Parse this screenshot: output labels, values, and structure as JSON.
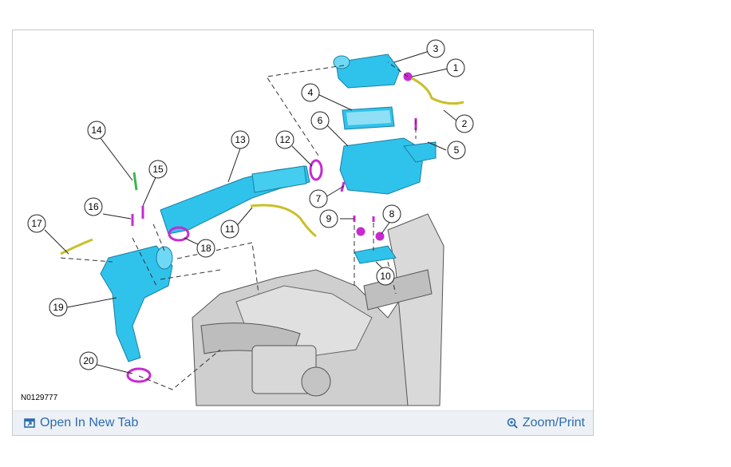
{
  "figure": {
    "id_label": "N0129777",
    "callouts": [
      "1",
      "2",
      "3",
      "4",
      "5",
      "6",
      "7",
      "8",
      "9",
      "10",
      "11",
      "12",
      "13",
      "14",
      "15",
      "16",
      "17",
      "18",
      "19",
      "20"
    ]
  },
  "toolbar": {
    "open_label": "Open In New Tab",
    "zoom_label": "Zoom/Print"
  },
  "colors": {
    "part_blue": "#2fc3ec",
    "clamp_magenta": "#c72bd0",
    "hose_yellow": "#c9c02a",
    "link_blue": "#2b6cb0",
    "bar_bg": "#edf1f6"
  },
  "icons": [
    "open-new-tab-icon",
    "zoom-in-icon"
  ]
}
